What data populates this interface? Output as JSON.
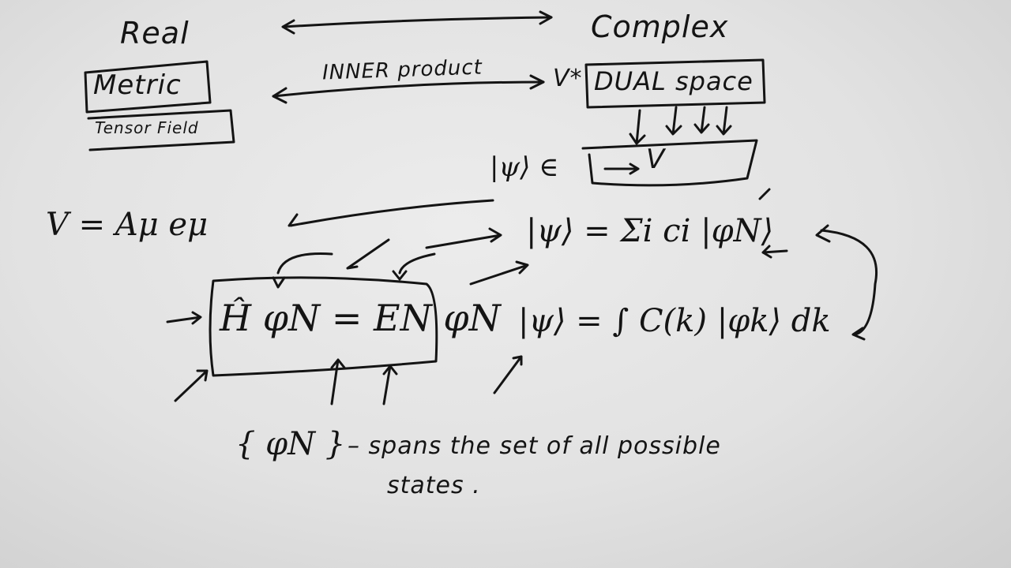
{
  "whiteboard": {
    "real_label": "Real",
    "complex_label": "Complex",
    "metric_label": "Metric",
    "tensor_field_label": "Tensor Field",
    "inner_product_label": "INNER product",
    "v_star_label": "V*",
    "dual_space_label": "DUAL space",
    "v_label": "V",
    "psi_in": "|ψ⟩ ∈",
    "vector_eq": "V = Aμ eμ",
    "eigen_eq": "Ĥ φN = EN φN",
    "sum_eq": "|ψ⟩ = Σi ci |φN⟩",
    "integral_eq": "|ψ⟩ = ∫ C(k) |φk⟩ dk",
    "basis_set": "{ φN }",
    "spans_text": "– spans the set of all possible",
    "states_text": "states ."
  },
  "colors": {
    "ink": "#141414",
    "board": "#e6e6e6"
  }
}
